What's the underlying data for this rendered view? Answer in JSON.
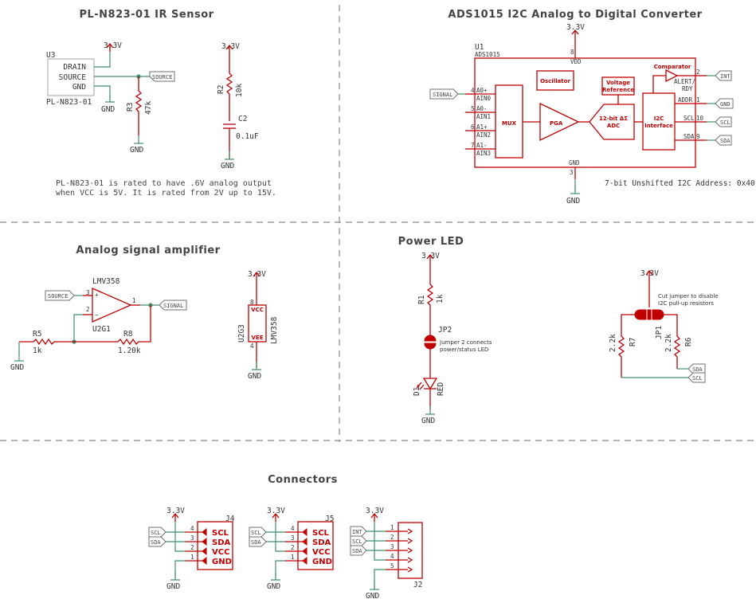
{
  "sections": {
    "ir_sensor": "PL-N823-01 IR Sensor",
    "adc": "ADS1015 I2C Analog to Digital Converter",
    "amplifier": "Analog signal amplifier",
    "power_led": "Power LED",
    "connectors": "Connectors"
  },
  "power": {
    "vcc": "3.3V",
    "gnd": "GND"
  },
  "nets": {
    "source": "SOURCE",
    "signal": "SIGNAL",
    "scl": "SCL",
    "sda": "SDA",
    "int": "INT",
    "gnd": "GND"
  },
  "ir": {
    "ref": "U3",
    "value": "PL-N823-01",
    "pins": [
      "DRAIN",
      "SOURCE",
      "GND"
    ],
    "r3_ref": "R3",
    "r3_val": "47k",
    "r2_ref": "R2",
    "r2_val": "10k",
    "c2_ref": "C2",
    "c2_val": "0.1uF",
    "desc1": "PL-N823-01 is rated to have .6V analog output",
    "desc2": "when VCC is 5V. It is rated from 2V up to 15V."
  },
  "adc": {
    "ref": "U1",
    "value": "ADS1015",
    "vdd": "VDD",
    "gnd": "GND",
    "pin_vdd": "8",
    "pin_gnd": "3",
    "in_pins": [
      {
        "num": "4",
        "name": "A0+",
        "alt": "AIN0"
      },
      {
        "num": "5",
        "name": "A0-",
        "alt": "AIN1"
      },
      {
        "num": "6",
        "name": "A1+",
        "alt": "AIN2"
      },
      {
        "num": "7",
        "name": "A1-",
        "alt": "AIN3"
      }
    ],
    "out_pins": [
      {
        "num": "2",
        "name": "ALERT/",
        "alt": "RDY"
      },
      {
        "num": "1",
        "name": "ADDR"
      },
      {
        "num": "10",
        "name": "SCL"
      },
      {
        "num": "9",
        "name": "SDA"
      }
    ],
    "blocks": {
      "oscillator": "Oscillator",
      "vref1": "Voltage",
      "vref2": "Reference",
      "comparator": "Comparator",
      "mux": "MUX",
      "pga": "PGA",
      "adc1": "12-bit ΔΣ",
      "adc2": "ADC",
      "i2c1": "I2C",
      "i2c2": "Interface"
    },
    "address_note": "7-bit Unshifted I2C Address: 0x40"
  },
  "amp": {
    "opamp_name": "LMV358",
    "opamp_ref": "U2G1",
    "pin_plus": "3",
    "pin_minus": "2",
    "pin_out": "1",
    "r5_ref": "R5",
    "r5_val": "1k",
    "r8_ref": "R8",
    "r8_val": "1.20k",
    "pwr_ref": "U2G3",
    "pwr_name": "LMV358",
    "vcc": "VCC",
    "vee": "VEE",
    "pin_vcc": "8",
    "pin_vee": "4"
  },
  "led": {
    "r1_ref": "R1",
    "r1_val": "1k",
    "jp2_ref": "JP2",
    "jp2_note1": "Jumper 2 connects",
    "jp2_note2": "power/status LED",
    "d1_ref": "D1",
    "d1_val": "RED"
  },
  "pullups": {
    "jp1_ref": "JP1",
    "note1": "Cut jumper to disable",
    "note2": "I2C pull-up resistors",
    "r7_ref": "R7",
    "r7_val": "2.2k",
    "r6_ref": "R6",
    "r6_val": "2.2k"
  },
  "connectors": {
    "j4": {
      "ref": "J4",
      "pins": [
        {
          "num": "4",
          "label": "SCL"
        },
        {
          "num": "3",
          "label": "SDA"
        },
        {
          "num": "2",
          "label": "VCC"
        },
        {
          "num": "1",
          "label": "GND"
        }
      ]
    },
    "j5": {
      "ref": "J5",
      "pins": [
        {
          "num": "4",
          "label": "SCL"
        },
        {
          "num": "3",
          "label": "SDA"
        },
        {
          "num": "2",
          "label": "VCC"
        },
        {
          "num": "1",
          "label": "GND"
        }
      ]
    },
    "j2": {
      "ref": "J2",
      "pins": [
        "1",
        "2",
        "3",
        "4",
        "5"
      ]
    }
  }
}
